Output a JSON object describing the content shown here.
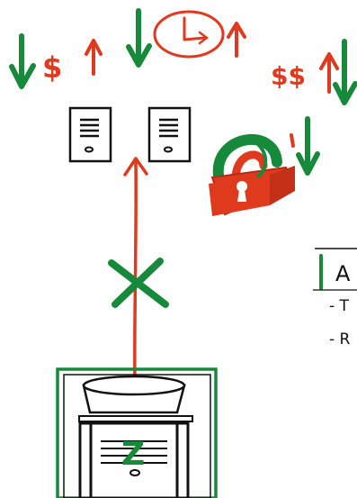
{
  "symbols": {
    "cost_low": "$",
    "cost_high": "$$"
  },
  "panel": {
    "title_fragment": "A",
    "bullets": [
      "- T",
      "- R"
    ]
  },
  "mainframe_logo": "Z",
  "colors": {
    "red": "#e03a1e",
    "green": "#168a3a",
    "black": "#111111"
  },
  "icons": [
    "down-arrow-icon",
    "up-arrow-icon",
    "clock-icon",
    "server-icon",
    "padlock-icon",
    "cross-icon",
    "mainframe-icon"
  ]
}
